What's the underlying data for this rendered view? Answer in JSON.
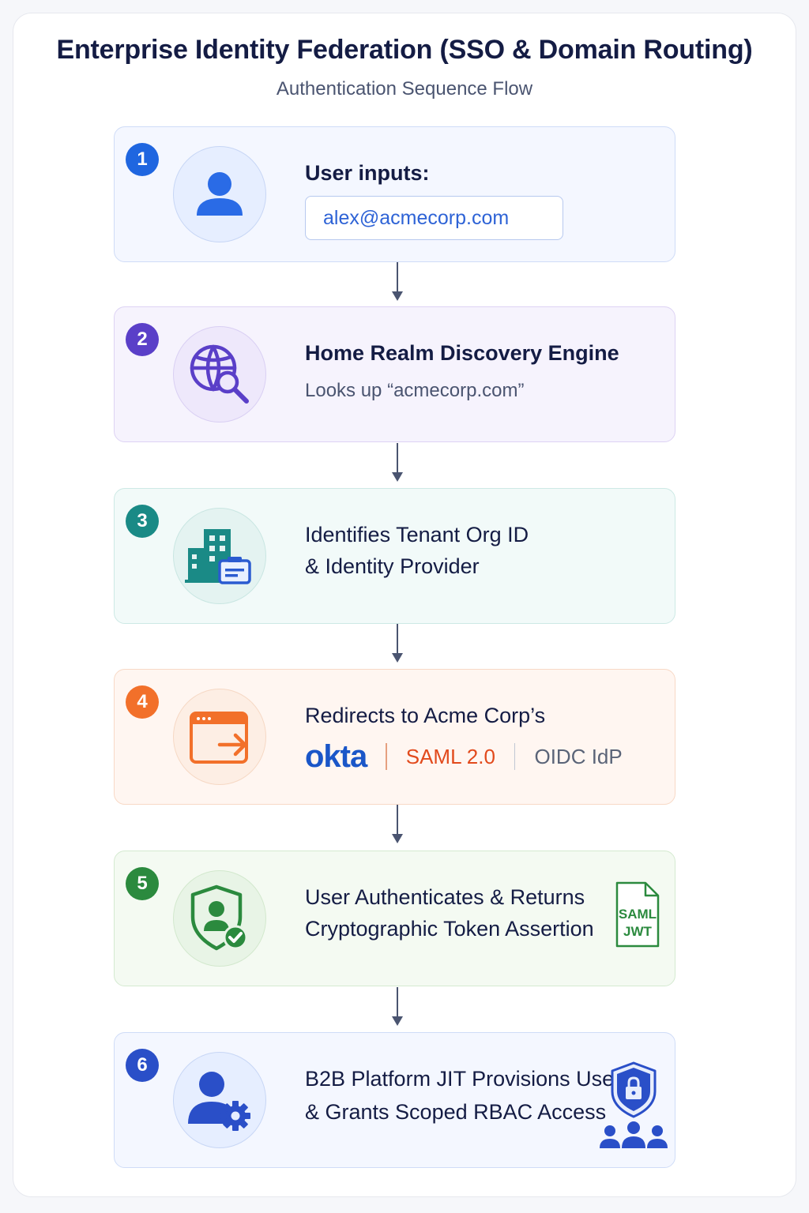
{
  "header": {
    "title": "Enterprise Identity Federation (SSO & Domain Routing)",
    "subtitle": "Authentication Sequence Flow"
  },
  "steps": [
    {
      "number": "1",
      "heading": "User inputs:",
      "email": "alex@acmecorp.com",
      "color": "#1f66e0",
      "icon": "user-icon"
    },
    {
      "number": "2",
      "heading": "Home Realm Discovery Engine",
      "sub": "Looks up “acmecorp.com”",
      "color": "#5a3fc8",
      "icon": "globe-search-icon"
    },
    {
      "number": "3",
      "line1": "Identifies Tenant Org ID",
      "line2": "& Identity Provider",
      "color": "#1a8a86",
      "icon": "building-id-icon"
    },
    {
      "number": "4",
      "heading": "Redirects to Acme Corp’s",
      "idp_brand": "okta",
      "protocol1": "SAML 2.0",
      "protocol2": "OIDC IdP",
      "color": "#f2702a",
      "icon": "browser-redirect-icon"
    },
    {
      "number": "5",
      "line1": "User Authenticates & Returns",
      "line2": "Cryptographic Token Assertion",
      "doc_line1": "SAML",
      "doc_line2": "JWT",
      "color": "#2b8a3e",
      "icon": "shield-user-check-icon"
    },
    {
      "number": "6",
      "line1": "B2B Platform JIT Provisions User",
      "line2": "& Grants Scoped RBAC Access",
      "color": "#2a4fc8",
      "icon": "user-gear-icon"
    }
  ]
}
